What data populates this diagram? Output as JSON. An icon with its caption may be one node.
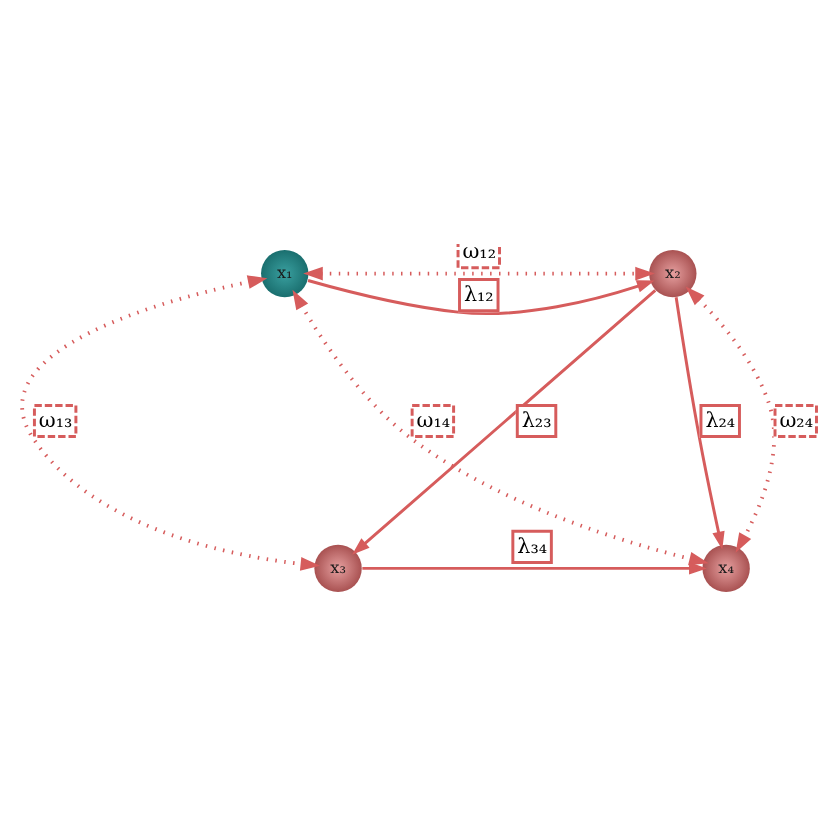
{
  "diagram": {
    "nodes": [
      {
        "text": [
          "x₁"
        ]
      },
      {
        "text": [
          "x₂"
        ]
      },
      {
        "text": [
          "x₃"
        ]
      },
      {
        "text": [
          "x₄"
        ]
      }
    ],
    "edges": [
      {
        "from": 0,
        "to": 1,
        "arrow": "both",
        "label": "ω₁₂",
        "style": "dashed"
      },
      {
        "from": 0,
        "to": 1,
        "arrow": "to",
        "label": "λ₁₂"
      },
      {
        "from": 0,
        "to": 2,
        "arrow": "both",
        "label": "ω₁₃",
        "style": "dashed"
      },
      {
        "from": 1,
        "to": 2,
        "arrow": "to",
        "label": "λ₂₃"
      },
      {
        "from": 0,
        "to": 3,
        "arrow": "both",
        "label": "ω₁₄",
        "style": "dashed"
      },
      {
        "from": 1,
        "to": 3,
        "arrow": "to",
        "label": "λ₂₄"
      },
      {
        "from": 1,
        "to": 3,
        "arrow": "both",
        "label": "ω₂₄",
        "style": "dashed"
      },
      {
        "from": 2,
        "to": 3,
        "arrow": "to",
        "label": "λ₃₄"
      }
    ]
  }
}
